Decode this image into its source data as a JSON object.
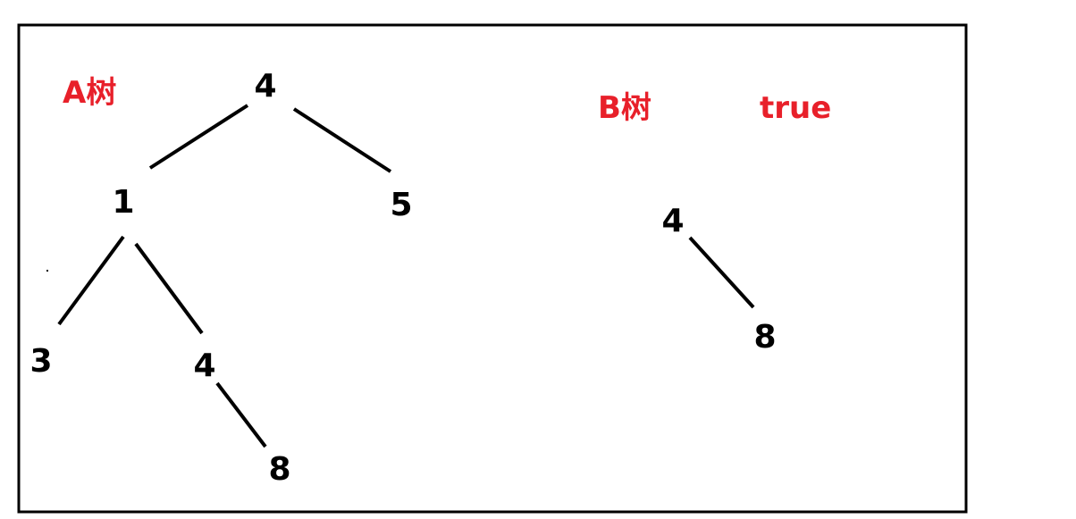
{
  "colors": {
    "node": "#000000",
    "label": "#e8202a",
    "edge": "#000000",
    "frame": "#000000"
  },
  "labels": {
    "tree_a": "A树",
    "tree_b": "B树",
    "result": "true"
  },
  "tree_a": {
    "nodes": [
      {
        "id": "a-root",
        "value": "4"
      },
      {
        "id": "a-left",
        "value": "1"
      },
      {
        "id": "a-right",
        "value": "5"
      },
      {
        "id": "a-left-left",
        "value": "3"
      },
      {
        "id": "a-left-right",
        "value": "4"
      },
      {
        "id": "a-left-right-right",
        "value": "8"
      }
    ],
    "edges": [
      {
        "from": "a-root",
        "to": "a-left"
      },
      {
        "from": "a-root",
        "to": "a-right"
      },
      {
        "from": "a-left",
        "to": "a-left-left"
      },
      {
        "from": "a-left",
        "to": "a-left-right"
      },
      {
        "from": "a-left-right",
        "to": "a-left-right-right"
      }
    ]
  },
  "tree_b": {
    "nodes": [
      {
        "id": "b-root",
        "value": "4"
      },
      {
        "id": "b-right",
        "value": "8"
      }
    ],
    "edges": [
      {
        "from": "b-root",
        "to": "b-right"
      }
    ]
  }
}
